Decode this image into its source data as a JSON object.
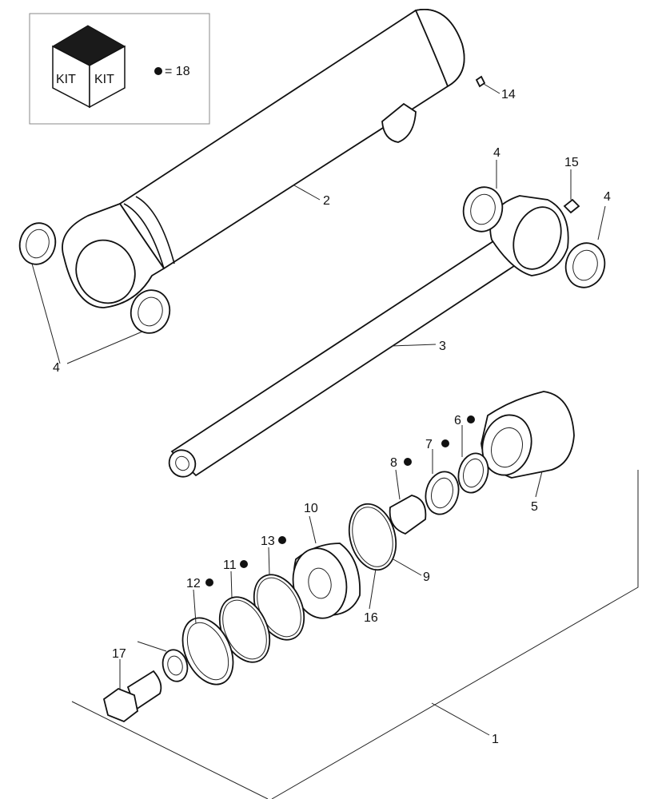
{
  "kit": {
    "face_left": "KIT",
    "face_right": "KIT",
    "legend": "= 18"
  },
  "callouts": {
    "c1": "1",
    "c2": "2",
    "c3": "3",
    "c4a": "4",
    "c4b": "4",
    "c4c": "4",
    "c5": "5",
    "c6": "6",
    "c7": "7",
    "c8": "8",
    "c9": "9",
    "c10": "10",
    "c11": "11",
    "c12": "12",
    "c13": "13",
    "c14": "14",
    "c15": "15",
    "c16": "16",
    "c17": "17"
  },
  "kit_marked_items": [
    "6",
    "7",
    "8",
    "11",
    "12",
    "13"
  ],
  "colors": {
    "line": "#111111",
    "background": "#ffffff",
    "kit_top": "#1a1a1a"
  }
}
